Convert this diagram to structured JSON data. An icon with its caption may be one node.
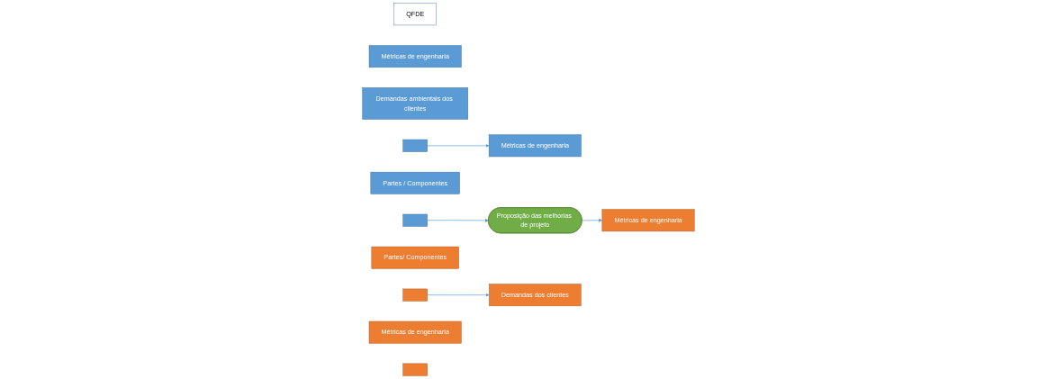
{
  "diagram": {
    "nodes": [
      {
        "text": [
          "QFDE"
        ]
      },
      {
        "text": [
          "Métricas de engenharia"
        ]
      },
      {
        "text": [
          "Demandas ambientais dos clientes"
        ]
      },
      {
        "text": [],
        "shape": "box"
      },
      {
        "text": [
          "Partes / Componentes"
        ]
      },
      {
        "text": [
          "Métricas de engenharia"
        ]
      },
      {
        "text": [],
        "shape": "box"
      },
      {
        "text": [
          "Proposição das melhorias de projeto"
        ]
      },
      {
        "text": [
          "Partes/ Componentes"
        ]
      },
      {
        "text": [
          "Métricas de engenharia"
        ]
      },
      {
        "text": [],
        "shape": "box"
      },
      {
        "text": [
          "Métricas de engenharia"
        ]
      },
      {
        "text": [
          "Demandas dos clientes"
        ]
      },
      {
        "text": [],
        "shape": "box"
      }
    ],
    "edges": [
      {
        "from": 3,
        "to": 5,
        "arrow": "to"
      },
      {
        "from": 6,
        "to": 7,
        "arrow": "to"
      },
      {
        "from": 7,
        "to": 9,
        "arrow": "to"
      },
      {
        "from": 10,
        "to": 12,
        "arrow": "to"
      }
    ]
  }
}
